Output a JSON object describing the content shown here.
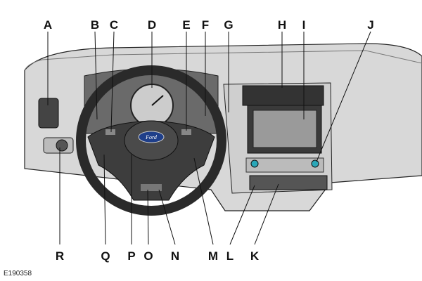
{
  "figure_id": "E190358",
  "callouts_top": [
    "A",
    "B",
    "C",
    "D",
    "E",
    "F",
    "G",
    "H",
    "I",
    "J"
  ],
  "callouts_bottom": [
    "R",
    "Q",
    "P",
    "O",
    "N",
    "M",
    "L",
    "K"
  ],
  "logo_text": "Ford",
  "colors": {
    "dash": "#d4d4d4",
    "dark": "#3a3a3a",
    "screen": "#9a9a9a",
    "accent": "#2aa7b8"
  }
}
